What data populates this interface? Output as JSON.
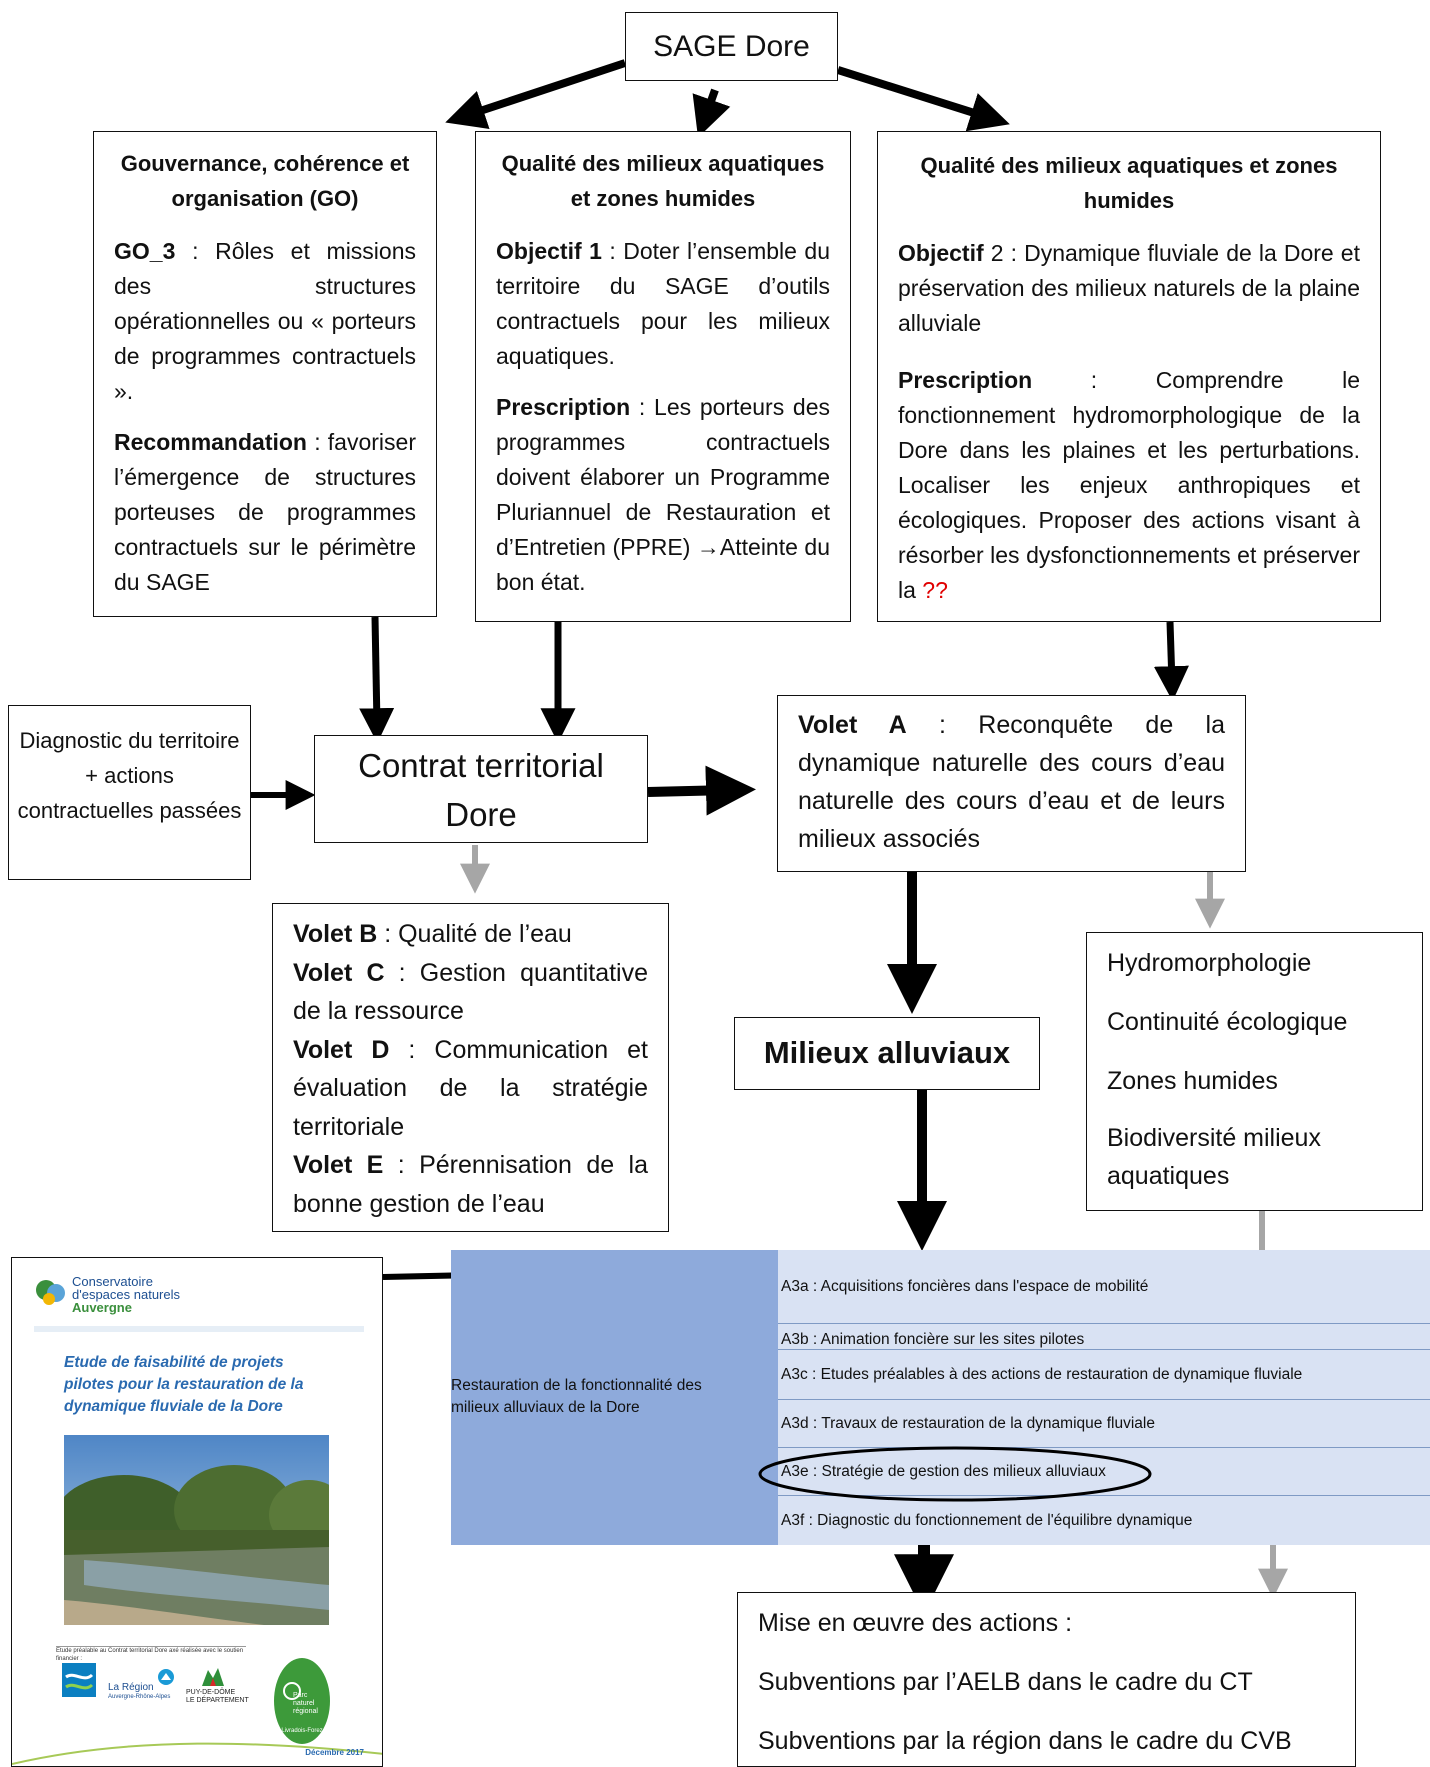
{
  "sage": {
    "title": "SAGE Dore"
  },
  "col1": {
    "heading": "Gouvernance, cohérence et organisation (GO)",
    "go3_label": "GO_3",
    "go3_text": " : Rôles et missions des structures opérationnelles ou « porteurs de programmes contractuels ».",
    "rec_label": "Recommandation",
    "rec_text": " : favoriser l’émergence de structures porteuses de programmes contractuels sur le périmètre du SAGE"
  },
  "col2": {
    "heading": "Qualité des milieux aquatiques et zones humides",
    "obj_label": "Objectif 1",
    "obj_text": " : Doter l’ensemble du territoire du SAGE d’outils contractuels pour les milieux aquatiques.",
    "presc_label": "Prescription",
    "presc_text": " : Les porteurs des programmes contractuels doivent élaborer un Programme Pluriannuel de Restauration et d’Entretien (PPRE) →Atteinte du bon état."
  },
  "col3": {
    "heading": "Qualité des milieux aquatiques et zones humides",
    "obj_label": "Objectif",
    "obj_text": " 2 : Dynamique fluviale de la Dore et préservation des milieux naturels de la plaine alluviale",
    "presc_label": "Prescription",
    "presc_text": " : Comprendre le fonctionnement hydromorphologique de la Dore dans les plaines et les perturbations. Localiser les enjeux anthropiques et écologiques. Proposer des actions visant à résorber les dysfonctionnements et préserver la ",
    "presc_mark": "??"
  },
  "diagnostic": {
    "text": "Diagnostic du territoire + actions contractuelles passées"
  },
  "contrat": {
    "line1": "Contrat territorial",
    "line2": "Dore"
  },
  "voletA": {
    "label": "Volet A",
    "text": " : Reconquête de la dynamique naturelle des cours d’eau naturelle des cours d’eau et de leurs milieux associés"
  },
  "volets": [
    {
      "label": "Volet B",
      "text": " : Qualité de l’eau"
    },
    {
      "label": "Volet C",
      "text": " : Gestion quantitative de la ressource"
    },
    {
      "label": "Volet D",
      "text": " : Communication et évaluation de la stratégie territoriale"
    },
    {
      "label": "Volet E",
      "text": " : Pérennisation de la bonne gestion de l’eau"
    }
  ],
  "milieux": {
    "text": "Milieux alluviaux"
  },
  "themes": {
    "items": [
      "Hydromorphologie",
      "Continuité écologique",
      "Zones humides",
      "Biodiversité milieux aquatiques"
    ]
  },
  "table": {
    "left": "Restauration de la fonctionnalité des milieux alluviaux de la Dore",
    "rows": [
      "A3a : Acquisitions foncières dans l'espace de mobilité",
      "A3b : Animation foncière sur les sites pilotes",
      "A3c : Etudes préalables à des actions de restauration de dynamique fluviale",
      "A3d : Travaux de restauration de la dynamique fluviale",
      "A3e : Stratégie de gestion des milieux alluviaux",
      "A3f : Diagnostic du fonctionnement de l'équilibre dynamique"
    ],
    "highlighted_row": 4
  },
  "mise": {
    "title": "Mise en œuvre des actions :",
    "lines": [
      "Subventions par l’AELB dans le cadre du CT",
      "Subventions par la région dans le cadre du CVB"
    ]
  },
  "cover": {
    "org1": "Conservatoire",
    "org2": "d'espaces naturels",
    "org3": "Auvergne",
    "title": "Etude de faisabilité de projets pilotes pour la restauration de la dynamique fluviale de la Dore",
    "funding": "Etude préalable au Contrat territorial Dore axé réalisée avec le soutien financier :",
    "logo_region1": "La Région",
    "logo_region2": "Auvergne-Rhône-Alpes",
    "logo_puy1": "PUY-DE-DÔME",
    "logo_puy2": "LE DÉPARTEMENT",
    "parc1": "Parc",
    "parc2": "naturel",
    "parc3": "régional",
    "parc4": "Livradois-Forez",
    "date": "Décembre 2017"
  },
  "colors": {
    "table_left": "#8eaadb",
    "table_rows": "#d9e2f3",
    "grey_arrow": "#a6a6a6",
    "mark_red": "#e00000"
  }
}
